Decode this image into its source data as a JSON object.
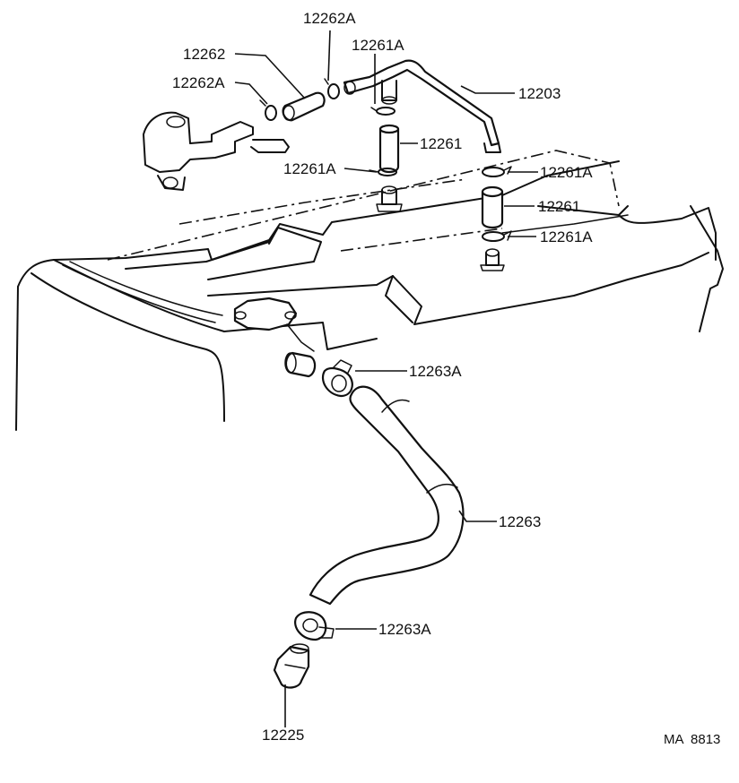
{
  "parts": {
    "p12262A_top": "12262A",
    "p12262": "12262",
    "p12262A_left": "12262A",
    "p12261A_top": "12261A",
    "p12203": "12203",
    "p12261_upper_left": "12261",
    "p12261A_left": "12261A",
    "p12261A_right_1": "12261A",
    "p12261_right": "12261",
    "p12261A_right_2": "12261A",
    "p12263A_upper": "12263A",
    "p12263": "12263",
    "p12263A_lower": "12263A",
    "p12225": "12225"
  },
  "drawing_code": "MA  8813"
}
